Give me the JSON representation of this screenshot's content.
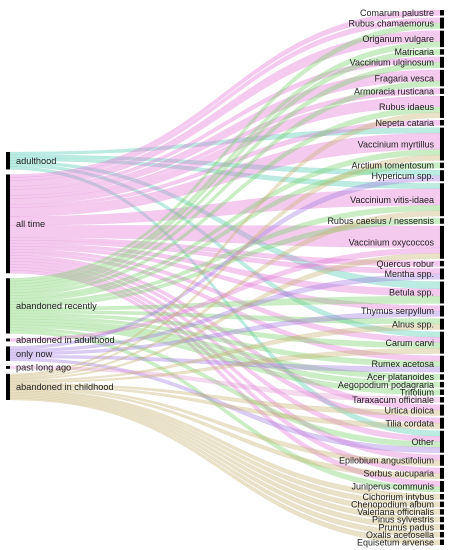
{
  "chart_data": {
    "type": "sankey",
    "title": "",
    "colors": {
      "adulthood": "#4fcab4",
      "all time": "#e377d6",
      "abandoned recently": "#76d066",
      "abandoned in adulthood": "#e377d6",
      "only now": "#a079df",
      "past long ago": "#e39bd4",
      "abandoned in childhood": "#c5b06e",
      "node": "#000000"
    },
    "sources": [
      {
        "name": "adulthood",
        "value": 6
      },
      {
        "name": "all time",
        "value": 34
      },
      {
        "name": "abandoned recently",
        "value": 19
      },
      {
        "name": "abandoned in adulthood",
        "value": 1
      },
      {
        "name": "only now",
        "value": 5
      },
      {
        "name": "past long ago",
        "value": 1
      },
      {
        "name": "abandoned in childhood",
        "value": 9
      }
    ],
    "targets": [
      {
        "name": "Comarum palustre",
        "value": 1
      },
      {
        "name": "Rubus chamaemorus",
        "value": 2
      },
      {
        "name": "Origanum vulgare",
        "value": 3
      },
      {
        "name": "Matricaria",
        "value": 1
      },
      {
        "name": "Vaccinium ulginosum",
        "value": 2
      },
      {
        "name": "Fragaria vesca",
        "value": 3
      },
      {
        "name": "Armoracia rusticana",
        "value": 1
      },
      {
        "name": "Rubus idaeus",
        "value": 4
      },
      {
        "name": "Nepeta cataria",
        "value": 1
      },
      {
        "name": "Vaccinium myrtillus",
        "value": 6
      },
      {
        "name": "Arctium tomentosum",
        "value": 1
      },
      {
        "name": "Hypericum spp.",
        "value": 2
      },
      {
        "name": "Vaccinium vitis-idaea",
        "value": 6
      },
      {
        "name": "Rubus caesius / nessensis",
        "value": 1
      },
      {
        "name": "Vaccinium oxycoccos",
        "value": 6
      },
      {
        "name": "Quercus robur",
        "value": 1
      },
      {
        "name": "Mentha spp.",
        "value": 2
      },
      {
        "name": "Betula spp.",
        "value": 4
      },
      {
        "name": "Thymus serpyllum",
        "value": 2
      },
      {
        "name": "Alnus spp.",
        "value": 2
      },
      {
        "name": "Carum carvi",
        "value": 4
      },
      {
        "name": "Rumex acetosa",
        "value": 3
      },
      {
        "name": "Acer platanoides",
        "value": 1
      },
      {
        "name": "Aegopodium podagraria",
        "value": 1
      },
      {
        "name": "Trifolium",
        "value": 1
      },
      {
        "name": "Taraxacum officinale",
        "value": 1
      },
      {
        "name": "Urtica dioica",
        "value": 2
      },
      {
        "name": "Tilia cordata",
        "value": 2
      },
      {
        "name": "Other",
        "value": 4
      },
      {
        "name": "Epilobium angustifolium",
        "value": 2
      },
      {
        "name": "Sorbus aucuparia",
        "value": 2
      },
      {
        "name": "Juniperus communis",
        "value": 2
      },
      {
        "name": "Cichorium intybus",
        "value": 1
      },
      {
        "name": "Chenopodium album",
        "value": 1
      },
      {
        "name": "Valeriana officinalis",
        "value": 1
      },
      {
        "name": "Pinus sylvestris",
        "value": 1
      },
      {
        "name": "Prunus padus",
        "value": 1
      },
      {
        "name": "Oxalis acetosella",
        "value": 1
      },
      {
        "name": "Equisetum arvense",
        "value": 1
      }
    ],
    "links": [
      [
        "adulthood",
        "Vaccinium myrtillus",
        1
      ],
      [
        "adulthood",
        "Hypericum spp.",
        1
      ],
      [
        "adulthood",
        "Vaccinium vitis-idaea",
        1
      ],
      [
        "adulthood",
        "Betula spp.",
        1
      ],
      [
        "adulthood",
        "Carum carvi",
        1
      ],
      [
        "adulthood",
        "Other",
        1
      ],
      [
        "all time",
        "Rubus chamaemorus",
        1
      ],
      [
        "all time",
        "Origanum vulgare",
        2
      ],
      [
        "all time",
        "Vaccinium ulginosum",
        1
      ],
      [
        "all time",
        "Fragaria vesca",
        2
      ],
      [
        "all time",
        "Rubus idaeus",
        2
      ],
      [
        "all time",
        "Vaccinium myrtillus",
        3
      ],
      [
        "all time",
        "Vaccinium vitis-idaea",
        3
      ],
      [
        "all time",
        "Vaccinium oxycoccos",
        4
      ],
      [
        "all time",
        "Mentha spp.",
        1
      ],
      [
        "all time",
        "Betula spp.",
        1
      ],
      [
        "all time",
        "Thymus serpyllum",
        1
      ],
      [
        "all time",
        "Carum carvi",
        1
      ],
      [
        "all time",
        "Rumex acetosa",
        1
      ],
      [
        "all time",
        "Urtica dioica",
        1
      ],
      [
        "all time",
        "Tilia cordata",
        1
      ],
      [
        "all time",
        "Other",
        1
      ],
      [
        "all time",
        "Epilobium angustifolium",
        1
      ],
      [
        "all time",
        "Sorbus aucuparia",
        1
      ],
      [
        "all time",
        "Juniperus communis",
        1
      ],
      [
        "all time",
        "Armoracia rusticana",
        1
      ],
      [
        "all time",
        "Nepeta cataria",
        1
      ],
      [
        "all time",
        "Quercus robur",
        1
      ],
      [
        "all time",
        "Comarum palustre",
        1
      ],
      [
        "abandoned recently",
        "Rubus chamaemorus",
        1
      ],
      [
        "abandoned recently",
        "Origanum vulgare",
        1
      ],
      [
        "abandoned recently",
        "Matricaria",
        1
      ],
      [
        "abandoned recently",
        "Fragaria vesca",
        1
      ],
      [
        "abandoned recently",
        "Rubus idaeus",
        1
      ],
      [
        "abandoned recently",
        "Vaccinium myrtillus",
        1
      ],
      [
        "abandoned recently",
        "Arctium tomentosum",
        1
      ],
      [
        "abandoned recently",
        "Vaccinium vitis-idaea",
        1
      ],
      [
        "abandoned recently",
        "Rubus caesius / nessensis",
        1
      ],
      [
        "abandoned recently",
        "Betula spp.",
        1
      ],
      [
        "abandoned recently",
        "Alnus spp.",
        1
      ],
      [
        "abandoned recently",
        "Carum carvi",
        1
      ],
      [
        "abandoned recently",
        "Rumex acetosa",
        1
      ],
      [
        "abandoned recently",
        "Acer platanoides",
        1
      ],
      [
        "abandoned recently",
        "Aegopodium podagraria",
        1
      ],
      [
        "abandoned recently",
        "Trifolium",
        1
      ],
      [
        "abandoned recently",
        "Other",
        1
      ],
      [
        "abandoned recently",
        "Juniperus communis",
        1
      ],
      [
        "abandoned recently",
        "Vaccinium ulginosum",
        1
      ],
      [
        "abandoned in adulthood",
        "Vaccinium oxycoccos",
        1
      ],
      [
        "only now",
        "Hypericum spp.",
        1
      ],
      [
        "only now",
        "Mentha spp.",
        1
      ],
      [
        "only now",
        "Thymus serpyllum",
        1
      ],
      [
        "only now",
        "Rumex acetosa",
        1
      ],
      [
        "only now",
        "Other",
        1
      ],
      [
        "past long ago",
        "Taraxacum officinale",
        1
      ],
      [
        "abandoned in childhood",
        "Rubus idaeus",
        1
      ],
      [
        "abandoned in childhood",
        "Vaccinium myrtillus",
        1
      ],
      [
        "abandoned in childhood",
        "Vaccinium vitis-idaea",
        1
      ],
      [
        "abandoned in childhood",
        "Vaccinium oxycoccos",
        1
      ],
      [
        "abandoned in childhood",
        "Alnus spp.",
        1
      ],
      [
        "abandoned in childhood",
        "Carum carvi",
        1
      ],
      [
        "abandoned in childhood",
        "Urtica dioica",
        1
      ],
      [
        "abandoned in childhood",
        "Tilia cordata",
        1
      ],
      [
        "abandoned in childhood",
        "Epilobium angustifolium",
        1
      ],
      [
        "abandoned in childhood",
        "Sorbus aucuparia",
        1
      ],
      [
        "abandoned in childhood",
        "Cichorium intybus",
        1
      ],
      [
        "abandoned in childhood",
        "Chenopodium album",
        1
      ],
      [
        "abandoned in childhood",
        "Valeriana officinalis",
        1
      ],
      [
        "abandoned in childhood",
        "Pinus sylvestris",
        1
      ],
      [
        "abandoned in childhood",
        "Prunus padus",
        1
      ],
      [
        "abandoned in childhood",
        "Oxalis acetosella",
        1
      ],
      [
        "abandoned in childhood",
        "Equisetum arvense",
        1
      ]
    ]
  }
}
